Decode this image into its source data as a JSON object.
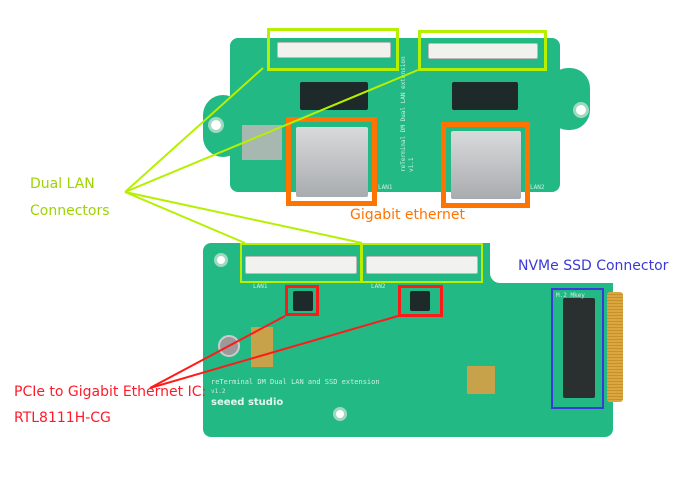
{
  "annotations": {
    "dual_lan_line1": "Dual LAN",
    "dual_lan_line2": "Connectors",
    "gigabit": "Gigabit ethernet",
    "nvme": "NVMe SSD Connector",
    "pcie_line1": "PCIe to Gigabit Ethernet IC:",
    "pcie_line2": "RTL8111H-CG"
  },
  "top_board": {
    "silk": "reTerminal DM Dual LAN extension",
    "version": "v1.1",
    "lan1": "LAN1",
    "lan2": "LAN2"
  },
  "bottom_board": {
    "silk": "reTerminal DM Dual LAN and SSD extension",
    "version": "v1.2",
    "brand": "seeed studio",
    "lan1": "LAN1",
    "lan2": "LAN2",
    "m2": "M.2 Mkey"
  },
  "colors": {
    "lan_box": "#b6f000",
    "ethernet_box": "#ff7300",
    "ic_box": "#ff1a1a",
    "nvme_box": "#3a3ad8",
    "pcb": "#22b985"
  }
}
